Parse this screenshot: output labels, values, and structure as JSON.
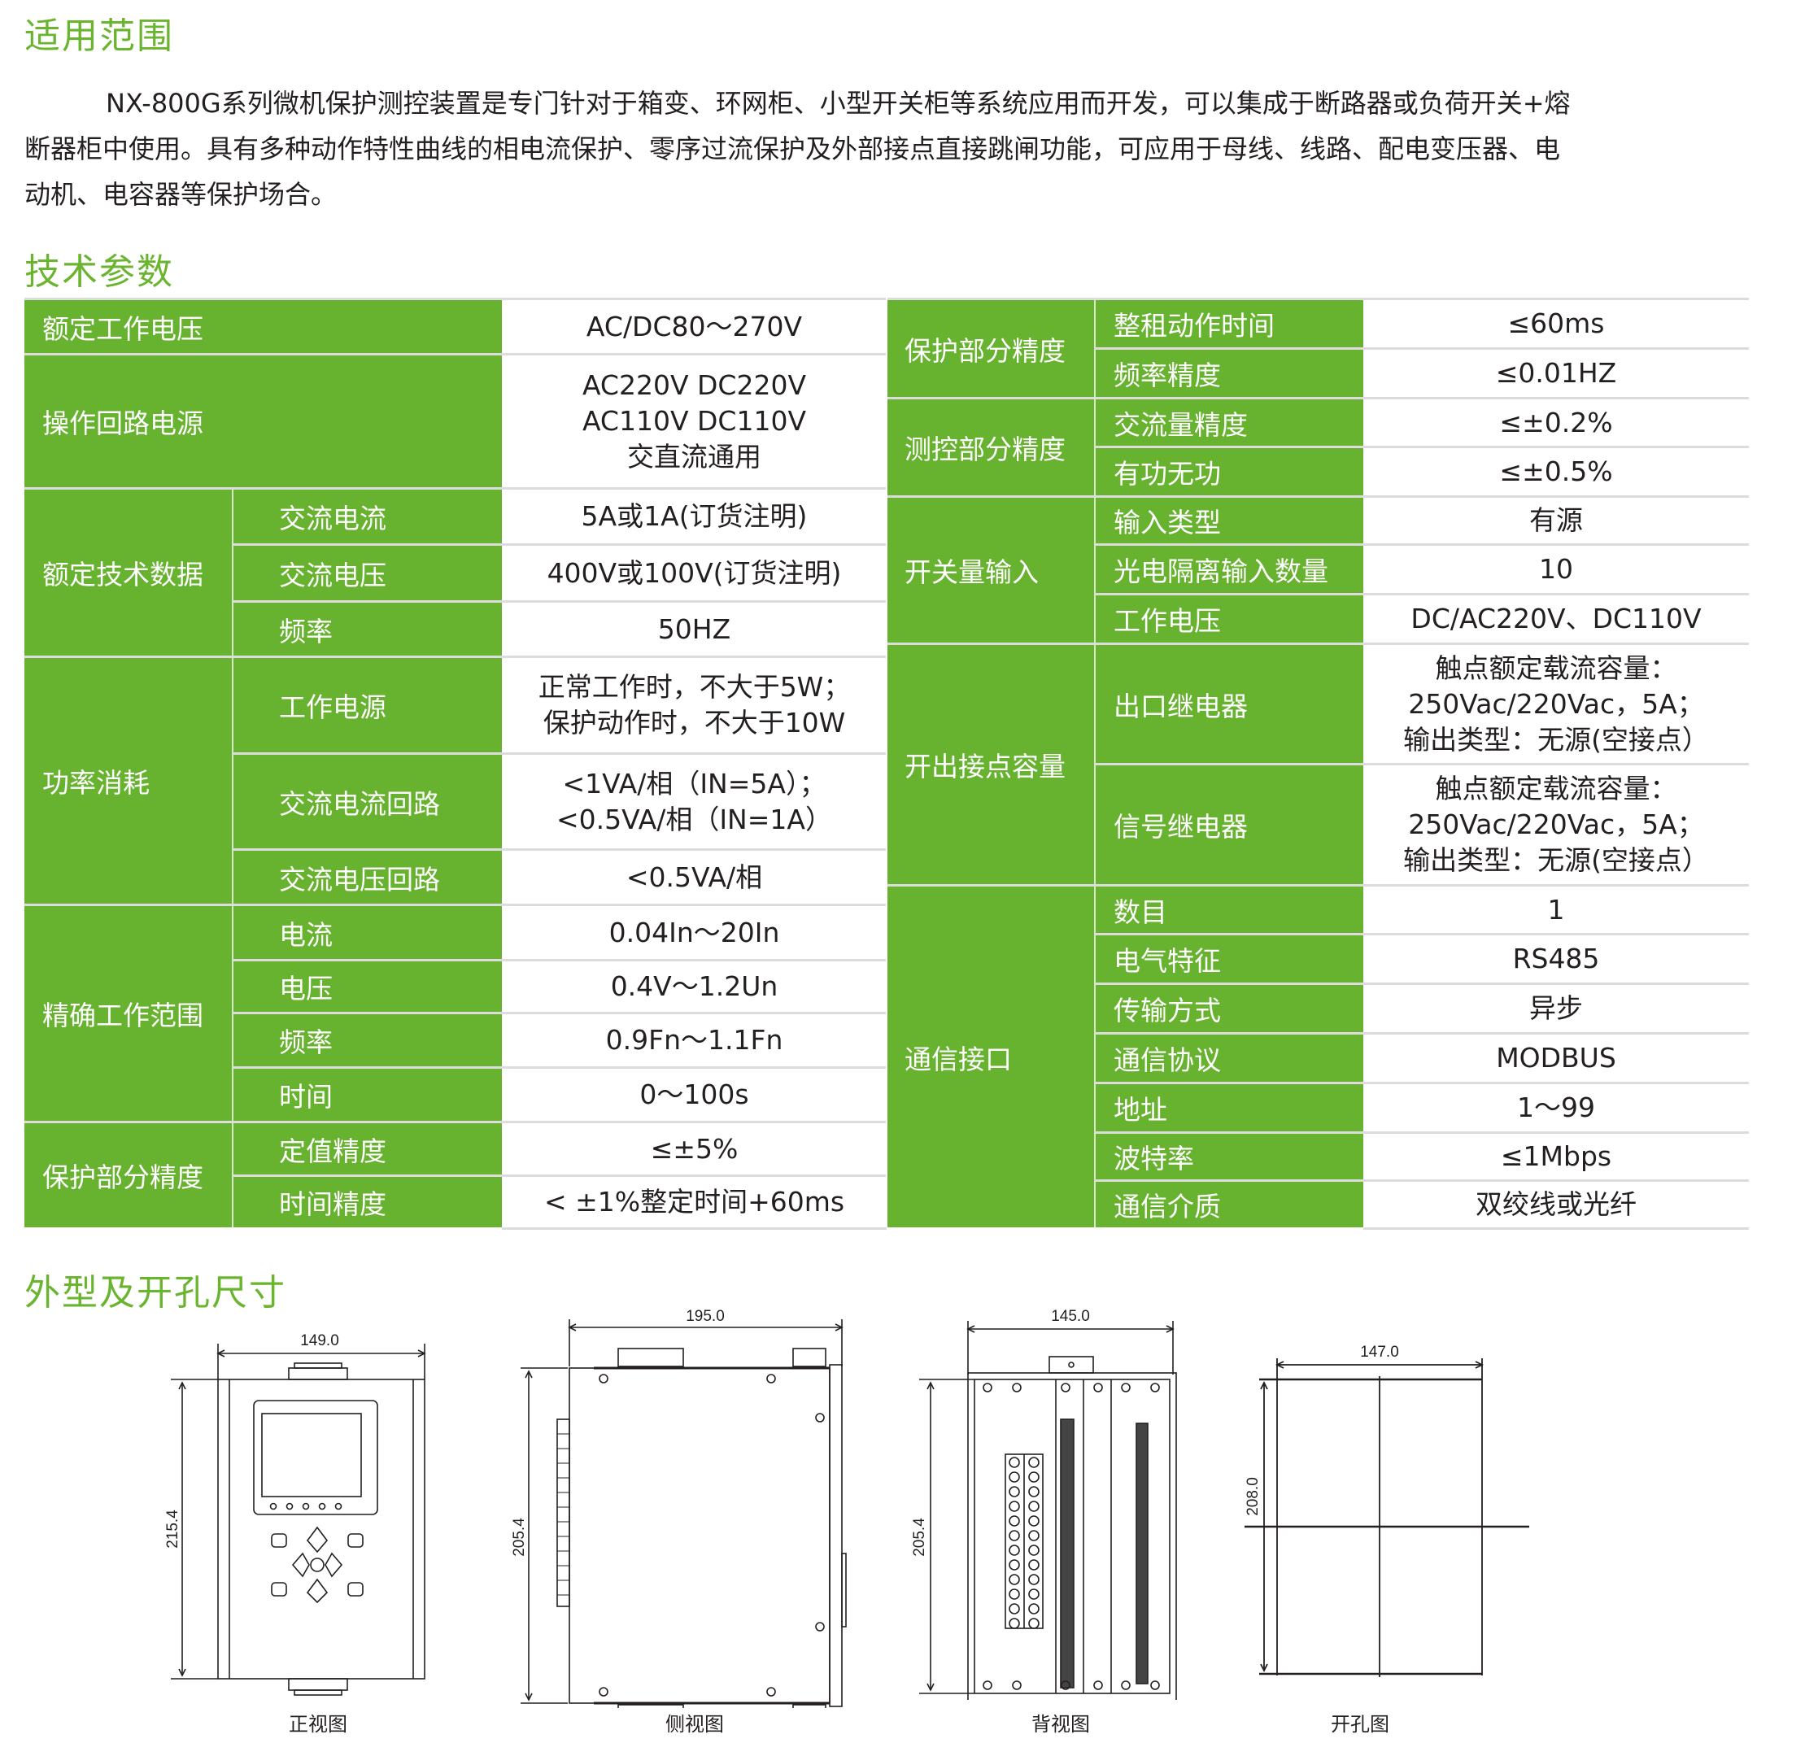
{
  "sections": {
    "scope_title": "适用范围",
    "specs_title": "技术参数",
    "dims_title": "外型及开孔尺寸"
  },
  "scope": {
    "lines": [
      "NX-800G系列微机保护测控装置是专门针对于箱变、环网柜、小型开关柜等系统应用而开发，可以集成于断路器或负荷开关+熔",
      "断器柜中使用。具有多种动作特性曲线的相电流保护、零序过流保护及外部接点直接跳闸功能，可应用于母线、线路、配电变压器、电",
      "动机、电容器等保护场合。"
    ]
  },
  "specs_left": {
    "rated_voltage": {
      "label": "额定工作电压",
      "value": "AC/DC80～270V"
    },
    "op_power": {
      "label": "操作回路电源",
      "value": [
        "AC220V DC220V",
        "AC110V DC110V",
        "交直流通用"
      ]
    },
    "rated_data": {
      "group": "额定技术数据",
      "rows": [
        {
          "label": "交流电流",
          "value": "5A或1A(订货注明)"
        },
        {
          "label": "交流电压",
          "value": "400V或100V(订货注明)"
        },
        {
          "label": "频率",
          "value": "50HZ"
        }
      ]
    },
    "power": {
      "group": "功率消耗",
      "rows": [
        {
          "label": "工作电源",
          "value": [
            "正常工作时，不大于5W；",
            "保护动作时，不大于10W"
          ]
        },
        {
          "label": "交流电流回路",
          "value": [
            "<1VA/相（IN=5A）；",
            "<0.5VA/相（IN=1A）"
          ]
        },
        {
          "label": "交流电压回路",
          "value": "<0.5VA/相"
        }
      ]
    },
    "range": {
      "group": "精确工作范围",
      "rows": [
        {
          "label": "电流",
          "value": "0.04In～20In"
        },
        {
          "label": "电压",
          "value": "0.4V～1.2Un"
        },
        {
          "label": "频率",
          "value": "0.9Fn～1.1Fn"
        },
        {
          "label": "时间",
          "value": "0～100s"
        }
      ]
    },
    "prot": {
      "group": "保护部分精度",
      "rows": [
        {
          "label": "定值精度",
          "value": "≤±5%"
        },
        {
          "label": "时间精度",
          "value": "< ±1%整定时间+60ms"
        }
      ]
    }
  },
  "specs_right": {
    "prot": {
      "group": "保护部分精度",
      "rows": [
        {
          "label": "整租动作时间",
          "value": "≤60ms"
        },
        {
          "label": "频率精度",
          "value": "≤0.01HZ"
        }
      ]
    },
    "meas": {
      "group": "测控部分精度",
      "rows": [
        {
          "label": "交流量精度",
          "value": "≤±0.2%"
        },
        {
          "label": "有功无功",
          "value": "≤±0.5%"
        }
      ]
    },
    "di": {
      "group": "开关量输入",
      "rows": [
        {
          "label": "输入类型",
          "value": "有源"
        },
        {
          "label": "光电隔离输入数量",
          "value": "10"
        },
        {
          "label": "工作电压",
          "value": "DC/AC220V、DC110V"
        }
      ]
    },
    "do": {
      "group": "开出接点容量",
      "rows": [
        {
          "label": "出口继电器",
          "value": [
            "触点额定载流容量：",
            "250Vac/220Vac，5A；",
            "输出类型：无源(空接点）"
          ]
        },
        {
          "label": "信号继电器",
          "value": [
            "触点额定载流容量：",
            "250Vac/220Vac，5A；",
            "输出类型：无源(空接点）"
          ]
        }
      ]
    },
    "comm": {
      "group": "通信接口",
      "rows": [
        {
          "label": "数目",
          "value": "1"
        },
        {
          "label": "电气特征",
          "value": "RS485"
        },
        {
          "label": "传输方式",
          "value": "异步"
        },
        {
          "label": "通信协议",
          "value": "MODBUS"
        },
        {
          "label": "地址",
          "value": "1～99"
        },
        {
          "label": "波特率",
          "value": "≤1Mbps"
        },
        {
          "label": "通信介质",
          "value": "双绞线或光纤"
        }
      ]
    }
  },
  "drawings": {
    "front": {
      "caption": "正视图",
      "width": "149.0",
      "height": "215.4"
    },
    "side": {
      "caption": "侧视图",
      "width": "195.0",
      "height": "205.4"
    },
    "back": {
      "caption": "背视图",
      "width": "145.0",
      "height": "205.4"
    },
    "cutout": {
      "caption": "开孔图",
      "width": "147.0",
      "height": "208.0"
    }
  },
  "colors": {
    "accent": "#67b22f",
    "heading": "#6bb42f",
    "text": "#231f20",
    "rule": "#dcdcdc"
  }
}
